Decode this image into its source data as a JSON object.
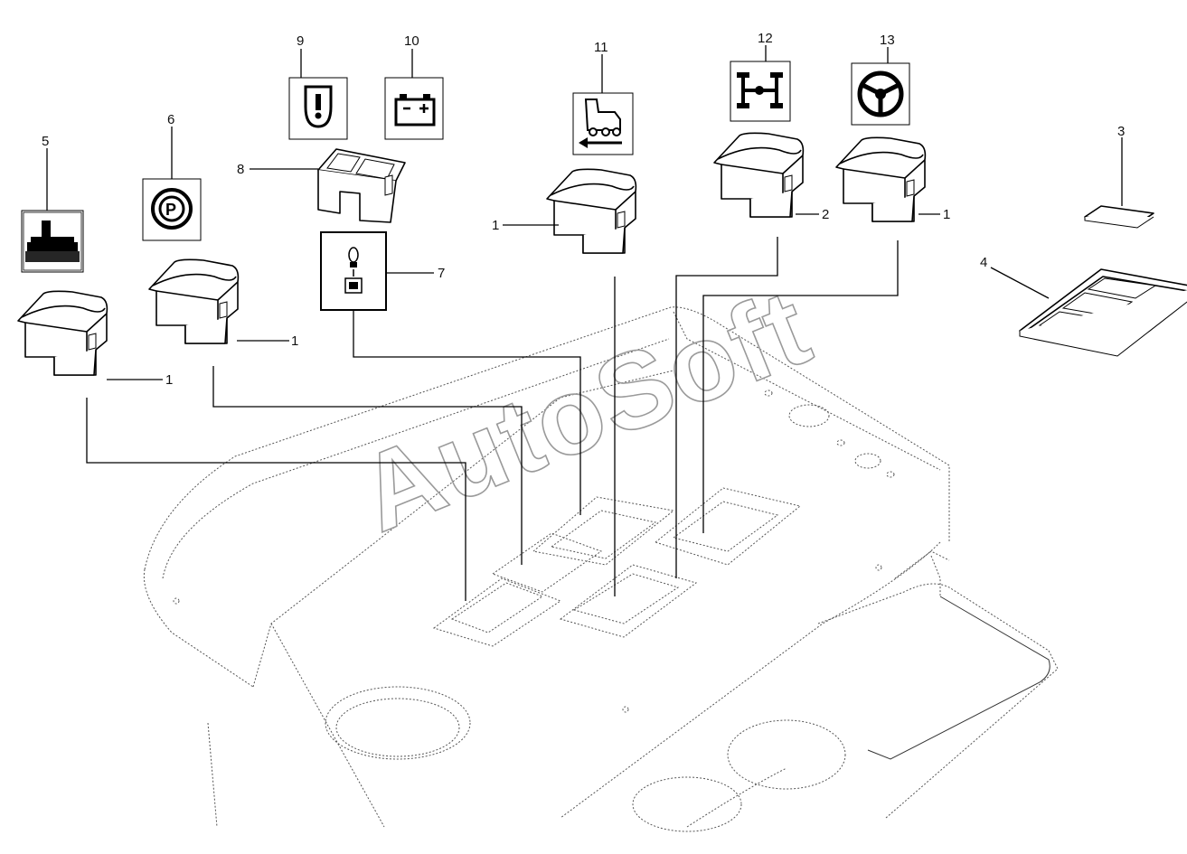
{
  "watermark": "AutoSoft",
  "callouts": {
    "c1a": "1",
    "c1b": "1",
    "c1c": "1",
    "c1d": "1",
    "c2": "2",
    "c3": "3",
    "c4": "4",
    "c5": "5",
    "c6": "6",
    "c7": "7",
    "c8": "8",
    "c9": "9",
    "c10": "10",
    "c11": "11",
    "c12": "12",
    "c13": "13"
  },
  "symbols": {
    "c5": "ground-implement-icon",
    "c6": "parking-brake-icon",
    "c7": "bulb-relay-icon",
    "c9": "engine-oil-warning-icon",
    "c10": "battery-icon",
    "c11": "reverse-drive-icon",
    "c12": "four-wheel-drive-icon",
    "c13": "steering-wheel-icon"
  },
  "colors": {
    "line": "#000000",
    "watermark": "#9a9a9a",
    "background": "#ffffff"
  }
}
